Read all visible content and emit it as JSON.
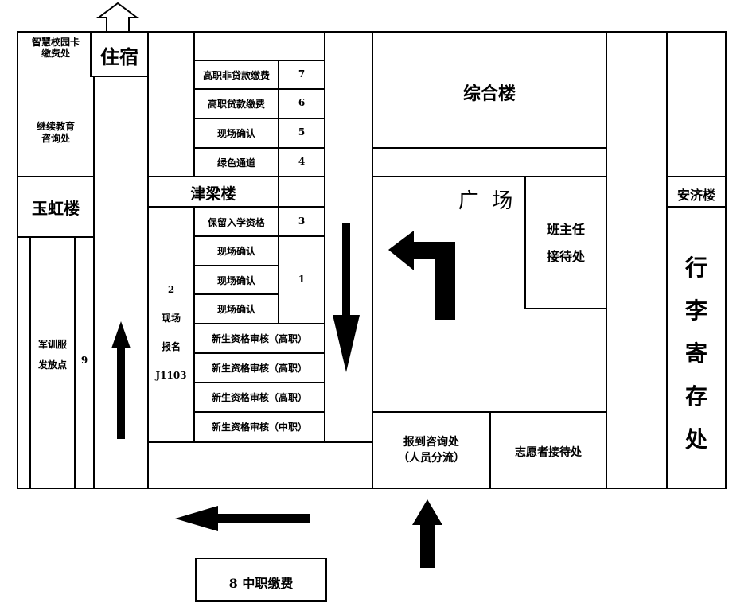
{
  "map": {
    "labels": {
      "smart_card": "智慧校园卡\n缴费处",
      "continuing_edu": "继续教育\n咨询处",
      "yuhong": "玉虹楼",
      "military_uniform": "军训服\n发放点",
      "nine": "9",
      "dorm": "住宿",
      "jinliang": "津梁楼",
      "site_reg": "2\n现场\n报名\nJ1103",
      "zonghe": "综合楼",
      "square": "广  场",
      "head_teacher": "班主任\n接待处",
      "anji": "安济楼",
      "luggage": "行\n李\n寄\n存\n处",
      "reg_consult": "报到咨询处\n（人员分流）",
      "volunteer": "志愿者接待处",
      "secondary_fee": "8 中职缴费"
    },
    "counters": [
      {
        "name": "高职非贷款缴费",
        "num": "7"
      },
      {
        "name": "高职贷款缴费",
        "num": "6"
      },
      {
        "name": "现场确认",
        "num": "5"
      },
      {
        "name": "绿色通道",
        "num": "4"
      },
      {
        "name": "保留入学资格",
        "num": "3"
      },
      {
        "name": "现场确认",
        "num": "1"
      },
      {
        "name": "现场确认",
        "num": ""
      },
      {
        "name": "现场确认",
        "num": ""
      },
      {
        "name": "新生资格审核（高职）",
        "num": ""
      },
      {
        "name": "新生资格审核（高职）",
        "num": ""
      },
      {
        "name": "新生资格审核（高职）",
        "num": ""
      },
      {
        "name": "新生资格审核（中职）",
        "num": ""
      }
    ]
  }
}
